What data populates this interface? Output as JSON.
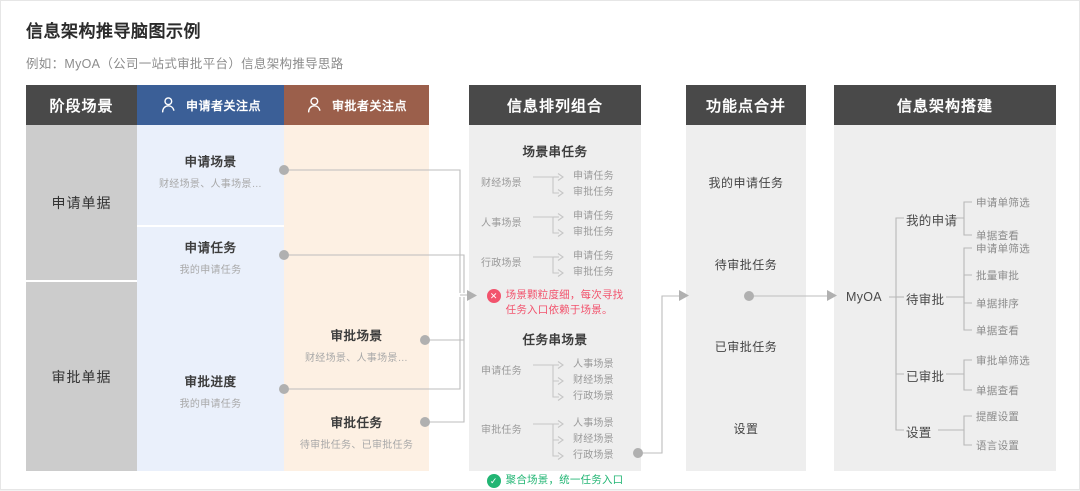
{
  "page": {
    "title": "信息架构推导脑图示例",
    "subtitle": "例如：MyOA（公司一站式审批平台）信息架构推导思路"
  },
  "colors": {
    "header_dark": "#494949",
    "applicant_header": "#3b5f97",
    "approver_header": "#9b5f4b",
    "stage_column": "#cccccc",
    "applicant_column": "#eaf0fb",
    "approver_column": "#fdf0e3",
    "panel_body": "#eeeeee",
    "error_red": "#f2536d",
    "success_green": "#21b573",
    "wire_gray": "#bdbdbd"
  },
  "matrix": {
    "headers": [
      {
        "label": "阶段场景",
        "icon": null
      },
      {
        "label": "申请者关注点",
        "icon": "person-icon"
      },
      {
        "label": "审批者关注点",
        "icon": "person-icon"
      }
    ],
    "stages": [
      {
        "label": "申请单据"
      },
      {
        "label": "审批单据"
      }
    ],
    "applicant_cells": [
      {
        "title": "申请场景",
        "desc": "财经场景、人事场景…"
      },
      {
        "title": "申请任务",
        "desc": "我的申请任务"
      },
      {
        "title": "审批进度",
        "desc": "我的申请任务"
      }
    ],
    "approver_cells": [
      {
        "title": "审批场景",
        "desc": "财经场景、人事场景…"
      },
      {
        "title": "审批任务",
        "desc": "待审批任务、已审批任务"
      }
    ]
  },
  "arrange_panel": {
    "header": "信息排列组合",
    "group_a": {
      "title": "场景串任务",
      "rows": [
        {
          "source": "财经场景",
          "targets": [
            "申请任务",
            "审批任务"
          ]
        },
        {
          "source": "人事场景",
          "targets": [
            "申请任务",
            "审批任务"
          ]
        },
        {
          "source": "行政场景",
          "targets": [
            "申请任务",
            "审批任务"
          ]
        }
      ],
      "note": {
        "type": "error",
        "icon": "cross-circle-icon",
        "lines": [
          "场景颗粒度细，每次寻找",
          "任务入口依赖于场景。"
        ]
      }
    },
    "group_b": {
      "title": "任务串场景",
      "rows": [
        {
          "source": "申请任务",
          "targets": [
            "人事场景",
            "财经场景",
            "行政场景"
          ]
        },
        {
          "source": "审批任务",
          "targets": [
            "人事场景",
            "财经场景",
            "行政场景"
          ]
        }
      ],
      "note": {
        "type": "success",
        "icon": "check-circle-icon",
        "lines": [
          "聚合场景，统一任务入口"
        ]
      }
    }
  },
  "merge_panel": {
    "header": "功能点合并",
    "items": [
      "我的申请任务",
      "待审批任务",
      "已审批任务",
      "设置"
    ]
  },
  "architecture_panel": {
    "header": "信息架构搭建",
    "root": "MyOA",
    "branches": [
      {
        "label": "我的申请",
        "children": [
          "申请单筛选",
          "单据查看"
        ]
      },
      {
        "label": "待审批",
        "children": [
          "申请单筛选",
          "批量审批",
          "单据排序",
          "单据查看"
        ]
      },
      {
        "label": "已审批",
        "children": [
          "审批单筛选",
          "单据查看"
        ]
      },
      {
        "label": "设置",
        "children": [
          "提醒设置",
          "语言设置"
        ]
      }
    ]
  }
}
